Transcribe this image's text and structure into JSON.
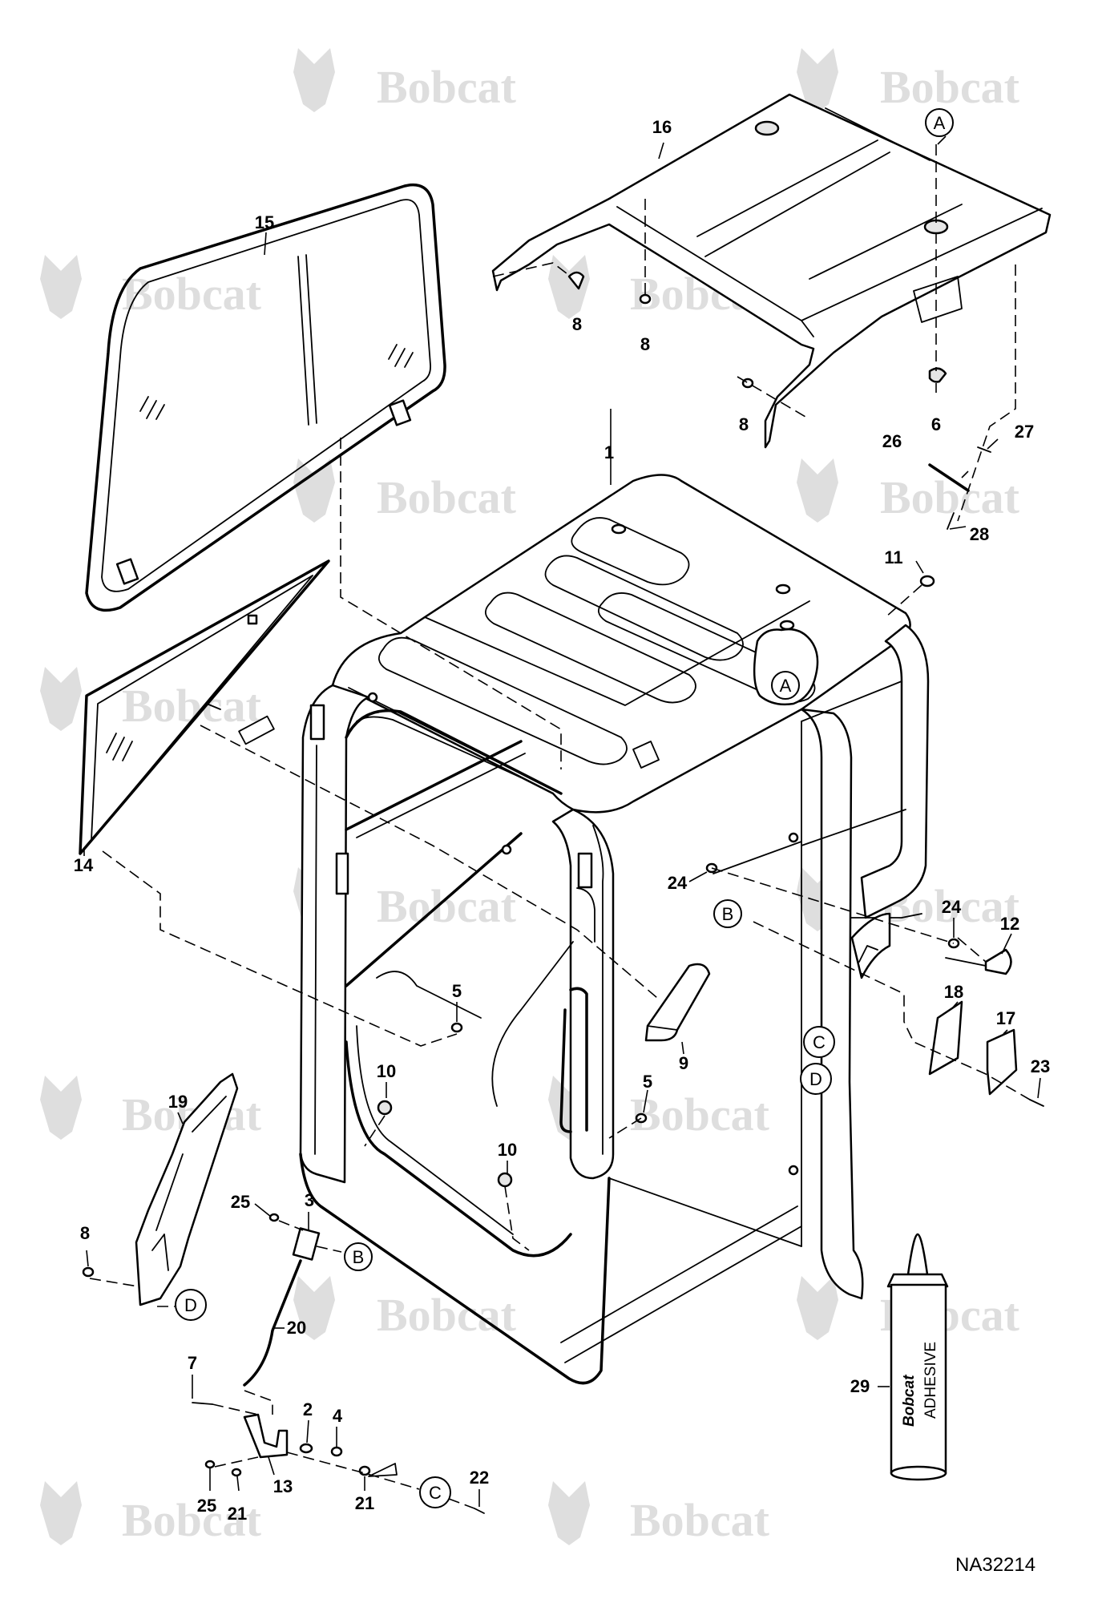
{
  "watermark": "Bobcat",
  "drawing_id": "NA32214",
  "adhesive_tube": {
    "brand": "Bobcat",
    "label": "ADHESIVE"
  },
  "callouts": {
    "c1": "1",
    "c2": "2",
    "c3": "3",
    "c4": "4",
    "c5a": "5",
    "c5b": "5",
    "c6": "6",
    "c7": "7",
    "c8a": "8",
    "c8b": "8",
    "c8c": "8",
    "c8d": "8",
    "c9": "9",
    "c10a": "10",
    "c10b": "10",
    "c11": "11",
    "c12": "12",
    "c13": "13",
    "c14": "14",
    "c15": "15",
    "c16": "16",
    "c17": "17",
    "c18": "18",
    "c19": "19",
    "c20": "20",
    "c21a": "21",
    "c21b": "21",
    "c22": "22",
    "c23": "23",
    "c24a": "24",
    "c24b": "24",
    "c25a": "25",
    "c25b": "25",
    "c26": "26",
    "c27": "27",
    "c28": "28",
    "c29": "29"
  },
  "references": {
    "ref_a_top": "A",
    "ref_a_cab": "A",
    "ref_b_cab": "B",
    "ref_b_hinge": "B",
    "ref_c_cab": "C",
    "ref_c_bottom": "C",
    "ref_d_cab": "D",
    "ref_d_left": "D"
  },
  "colors": {
    "line": "#000000",
    "watermark": "#dedede",
    "background": "#ffffff"
  }
}
